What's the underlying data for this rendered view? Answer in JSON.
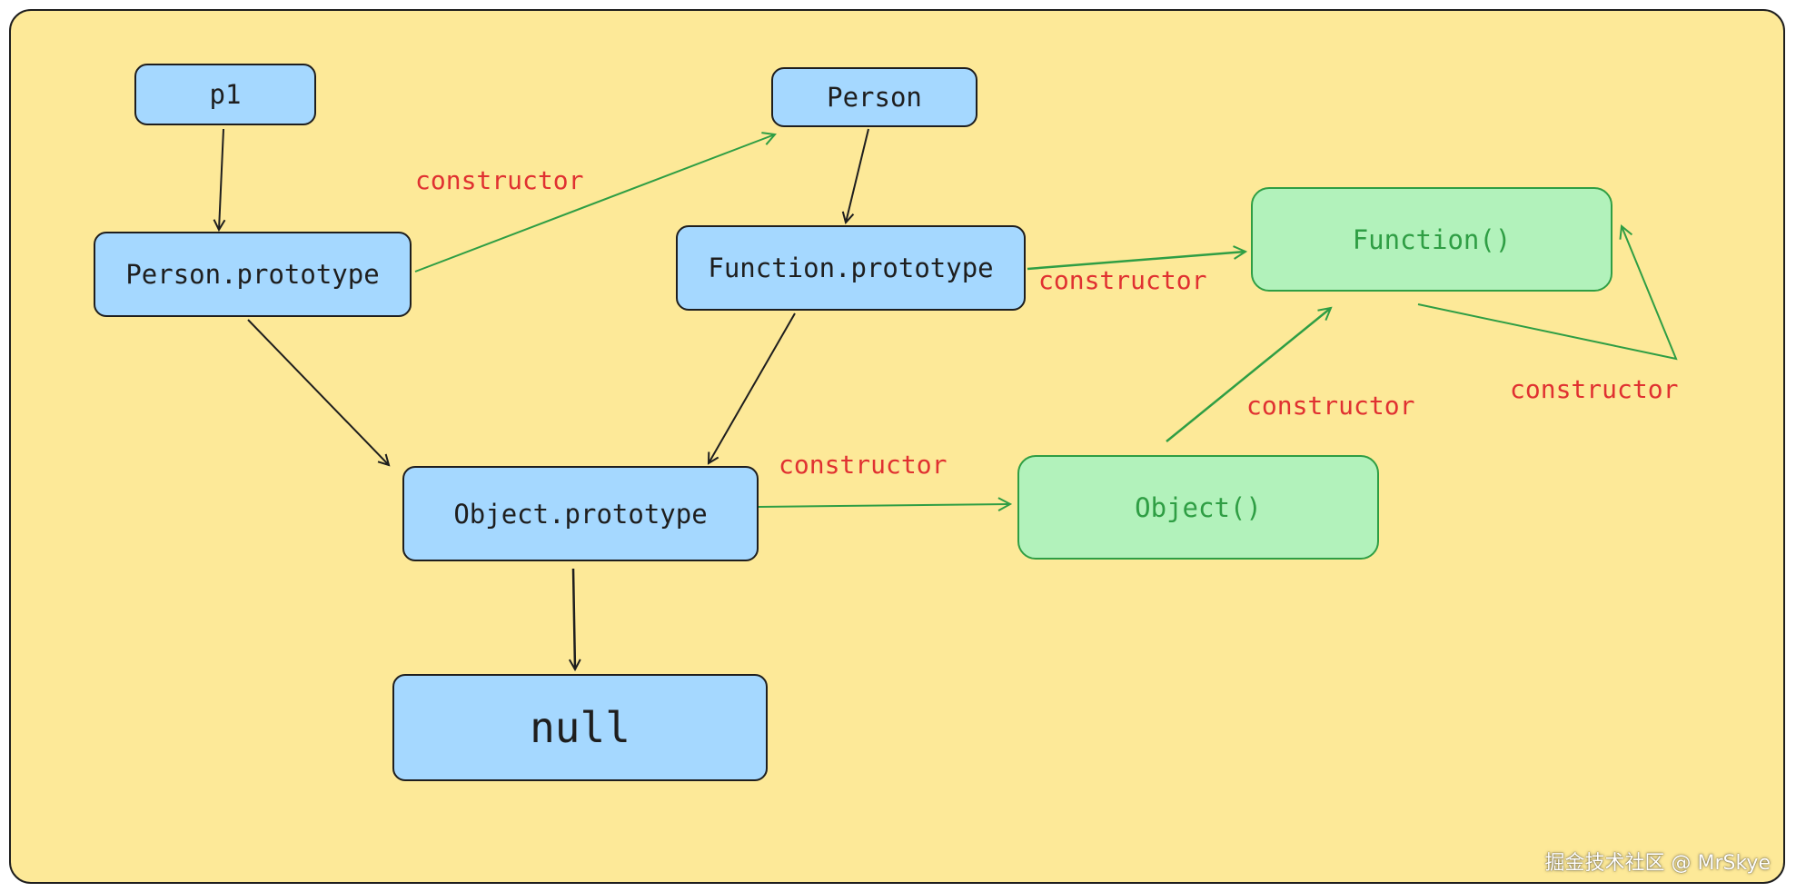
{
  "colors": {
    "background": "#fde998",
    "prototype_node": "#a5d8ff",
    "constructor_node": "#b2f2bb",
    "constructor_stroke": "#2f9e44",
    "label_text": "#e03131",
    "proto_arrow": "#1e1e1e"
  },
  "nodes": {
    "p1": "p1",
    "person": "Person",
    "person_prototype": "Person.prototype",
    "function_prototype": "Function.prototype",
    "function_ctor": "Function()",
    "object_prototype": "Object.prototype",
    "object_ctor": "Object()",
    "null": "null"
  },
  "labels": {
    "constructor_person": "constructor",
    "constructor_function": "constructor",
    "constructor_object_to_function": "constructor",
    "constructor_function_self": "constructor",
    "constructor_object": "constructor"
  },
  "watermark": "掘金技术社区 @ MrSkye"
}
